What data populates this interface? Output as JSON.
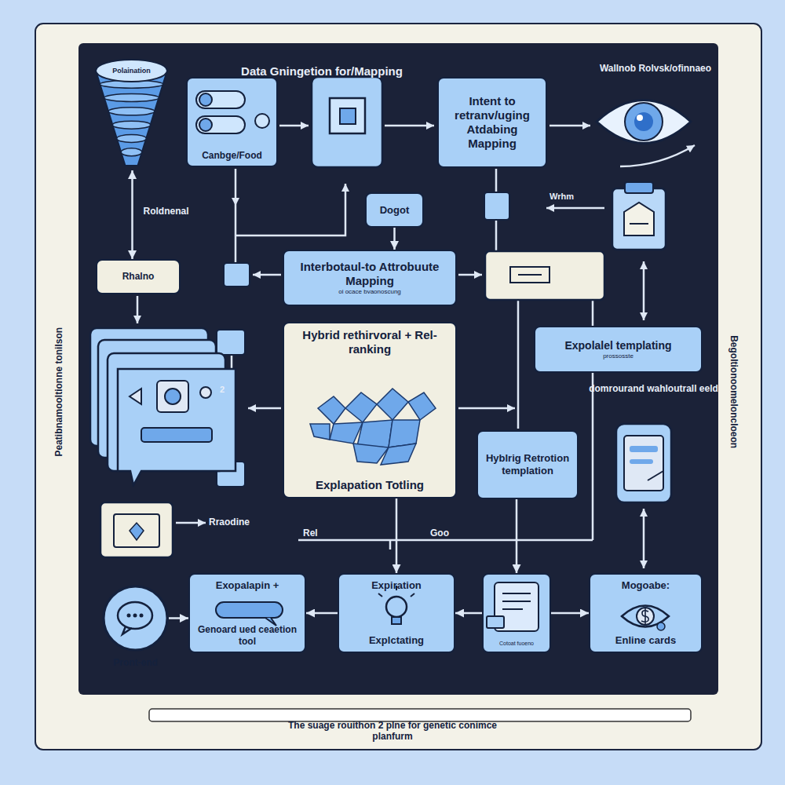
{
  "diagram": {
    "title": "Data Gningetion for/Mapping",
    "caption": "The suage rouithon 2 plne for genetic conimce planfurm",
    "nodes": [
      {
        "text": [
          "Polaination"
        ]
      },
      {
        "text": [
          "Canbge/Food"
        ]
      },
      {
        "text": [
          "Intent to retranv/uging Atdabing Mapping"
        ]
      },
      {
        "text": [
          "Dogot"
        ]
      },
      {
        "text": [
          "Rhalno"
        ]
      },
      {
        "text": [
          "Interbotaul-to Attrobuute Mapping",
          "oi ocace bvaonoscung"
        ]
      },
      {
        "text": [
          "Hybrid rethirvoral + Rel-ranking",
          "Explapation Totling"
        ]
      },
      {
        "text": [
          "Expolalel templating",
          "prossosste"
        ]
      },
      {
        "text": [
          "Hyblrig Retrotion templation"
        ]
      },
      {
        "text": [
          "Pront-end"
        ]
      },
      {
        "text": [
          "Exopalapin +",
          "Genoard ued ceaetion tool"
        ]
      },
      {
        "text": [
          "Expiration",
          "Explctating"
        ]
      },
      {
        "text": [
          "Cotoat fuoeno"
        ]
      },
      {
        "text": [
          "Mogoabe:",
          "Enline cards"
        ]
      }
    ],
    "edges": [
      {
        "from": 0,
        "to": 4,
        "arrow": "both",
        "label": "Roldnenal"
      },
      {
        "from": 3,
        "to": 5,
        "arrow": "to"
      },
      {
        "from": 6,
        "to": 11,
        "arrow": "to"
      },
      {
        "from": 8,
        "to": 12,
        "arrow": "to"
      },
      {
        "from": 9,
        "to": 10,
        "arrow": "to"
      },
      {
        "from": 11,
        "to": 10,
        "arrow": "to"
      },
      {
        "from": 12,
        "to": 11,
        "arrow": "to"
      },
      {
        "from": 12,
        "to": 13,
        "arrow": "to"
      }
    ],
    "labels": [
      "Wallnob Rolvsk/ofinnaeo",
      "Wrhm",
      "domrourand wahloutrall eeld",
      "Peatibnamooltionne tonilson",
      "Begoltionoomeloncloeon",
      "Rraodine",
      "Rel",
      "Goo",
      "2"
    ]
  }
}
